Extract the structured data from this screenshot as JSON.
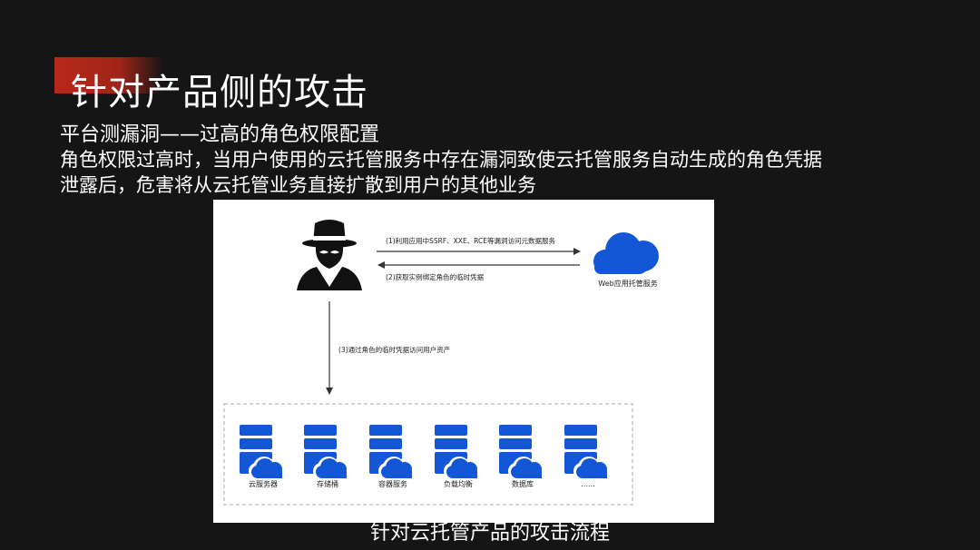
{
  "slide": {
    "title": "针对产品侧的攻击",
    "subtitle": "平台测漏洞——过高的角色权限配置",
    "description_lines": [
      "角色权限过高时，当用户使用的云托管服务中存在漏洞致使云托管服务自动生成的角色凭据",
      "泄露后，危害将从云托管业务直接扩散到用户的其他业务"
    ],
    "caption": "针对云托管产品的攻击流程"
  },
  "diagram": {
    "attacker_icon": "hacker-icon",
    "cloud_icon": "cloud-icon",
    "cloud_label": "Web应用托管服务",
    "step1": "(1)利用应用中SSRF、XXE、RCE等漏洞访问元数据服务",
    "step2": "(2)获取实例绑定角色的临时凭据",
    "step3": "(3)通过角色的临时凭据访问用户资产",
    "services": [
      {
        "label": "云服务器",
        "icon": "server-cloud-icon"
      },
      {
        "label": "存储桶",
        "icon": "server-cloud-icon"
      },
      {
        "label": "容器服务",
        "icon": "server-cloud-icon"
      },
      {
        "label": "负载均衡",
        "icon": "server-cloud-icon"
      },
      {
        "label": "数据库",
        "icon": "server-cloud-icon"
      },
      {
        "label": "......",
        "icon": "server-cloud-icon"
      }
    ],
    "colors": {
      "accent_red": "#b8281c",
      "service_blue": "#1457d6",
      "icon_dark": "#111111"
    }
  }
}
